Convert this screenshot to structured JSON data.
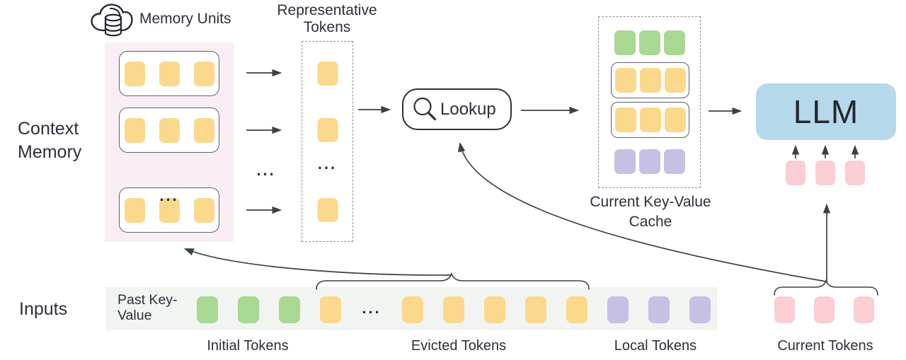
{
  "colors": {
    "yellow": "#fbd88c",
    "green": "#a9d893",
    "purple": "#c5c0e4",
    "pink": "#fbced4",
    "blue": "#b6d8eb",
    "panel-pink": "#faeef6",
    "strip-gray": "#f2f4f2",
    "unit-border": "#5e6167",
    "dash": "#8f9092"
  },
  "header": {
    "memory_units": "Memory Units",
    "representative_tokens": "Representative Tokens"
  },
  "left_labels": {
    "context_memory": "Context Memory",
    "inputs": "Inputs"
  },
  "lookup": {
    "label": "Lookup"
  },
  "cache": {
    "label": "Current Key-Value Cache"
  },
  "llm": {
    "label": "LLM"
  },
  "strip": {
    "past_key_value": "Past Key-Value",
    "group_labels": [
      "Initial Tokens",
      "Evicted Tokens",
      "Local Tokens",
      "Current Tokens"
    ]
  },
  "ellipsis": "...",
  "figure": {
    "memory_rows": [
      [
        "yellow",
        "yellow",
        "yellow"
      ],
      [
        "yellow",
        "yellow",
        "yellow"
      ],
      [
        "yellow",
        "yellow",
        "yellow"
      ]
    ],
    "representative_column": [
      "yellow",
      "yellow",
      "ellipsis",
      "yellow"
    ],
    "cache_rows": {
      "initial": [
        "green",
        "green",
        "green"
      ],
      "unit1": [
        "yellow",
        "yellow",
        "yellow"
      ],
      "unit2": [
        "yellow",
        "yellow",
        "yellow"
      ],
      "local": [
        "purple",
        "purple",
        "purple"
      ]
    },
    "input_sequence": [
      "green",
      "green",
      "green",
      "yellow",
      "ellipsis",
      "yellow",
      "yellow",
      "yellow",
      "yellow",
      "yellow",
      "purple",
      "purple",
      "purple"
    ],
    "current_tokens": [
      "pink",
      "pink",
      "pink"
    ],
    "llm_input_tokens": [
      "pink",
      "pink",
      "pink"
    ]
  }
}
